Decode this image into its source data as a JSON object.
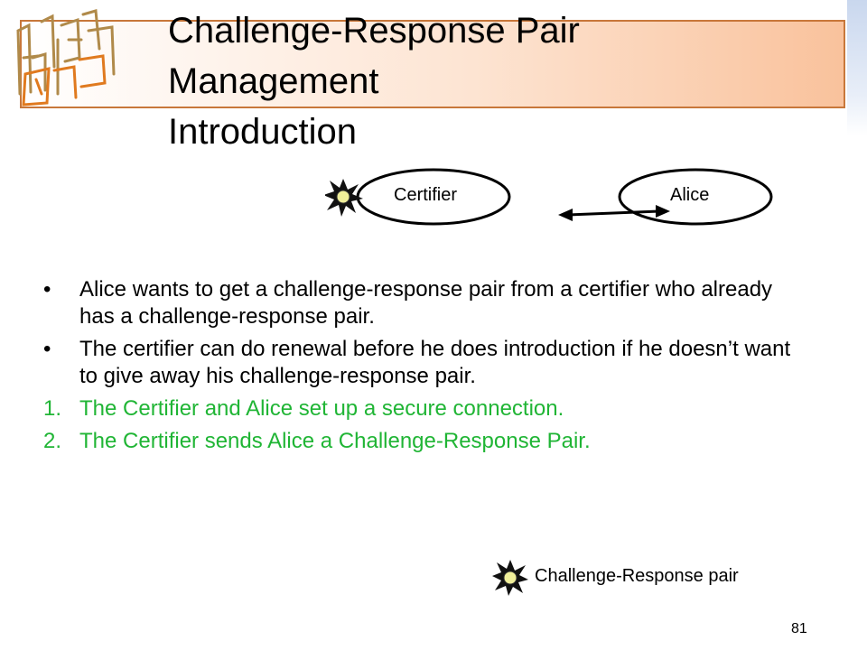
{
  "slide": {
    "title_lines": [
      "Challenge-Response Pair",
      "Management",
      "Introduction"
    ],
    "page_number": "81"
  },
  "diagram": {
    "certifier_label": "Certifier",
    "alice_label": "Alice"
  },
  "bullets": [
    {
      "marker": "•",
      "text": "Alice wants to get a challenge-response pair from a certifier who already has a challenge-response pair.",
      "color": "#000000"
    },
    {
      "marker": "•",
      "text": "The certifier can do renewal before he does introduction if he doesn’t want to give away his challenge-response pair.",
      "color": "#000000"
    },
    {
      "marker": "1.",
      "text": "The Certifier and Alice set up a secure connection.",
      "color": "#20b535"
    },
    {
      "marker": "2.",
      "text": "The Certifier sends Alice a Challenge-Response Pair.",
      "color": "#20b535"
    }
  ],
  "legend": {
    "icon": "star-token-icon",
    "label": "Challenge-Response pair"
  },
  "colors": {
    "title_border": "#c8773a",
    "numbered_text": "#20b535"
  }
}
